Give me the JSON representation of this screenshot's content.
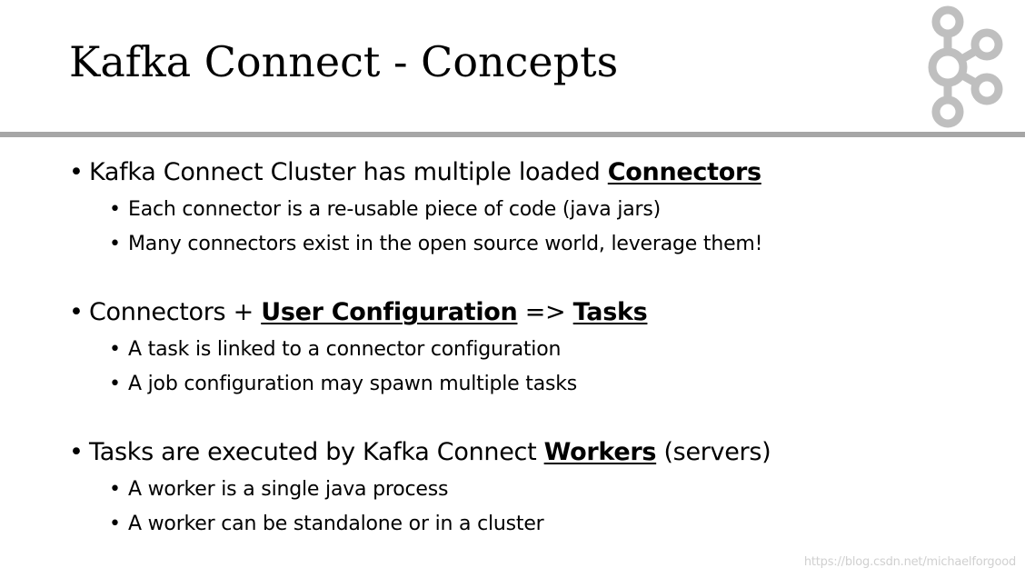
{
  "slide": {
    "title": "Kafka Connect - Concepts",
    "logo_icon": "kafka-logo-icon",
    "rule_color": "#a6a6a6",
    "bullets": [
      {
        "pre": "Kafka Connect Cluster has multiple loaded ",
        "kw": "Connectors",
        "mid": "",
        "kw2": "",
        "post": "",
        "subs": [
          "Each connector is a re-usable piece of code (java jars)",
          "Many connectors exist in the open source world, leverage them!"
        ]
      },
      {
        "pre": "Connectors + ",
        "kw": "User Configuration",
        "mid": " => ",
        "kw2": "Tasks",
        "post": "",
        "subs": [
          "A task is linked to a connector configuration",
          "A job configuration may spawn multiple tasks"
        ]
      },
      {
        "pre": "Tasks are executed by Kafka Connect ",
        "kw": "Workers",
        "mid": "",
        "kw2": "",
        "post": " (servers)",
        "subs": [
          "A worker is a single java process",
          "A worker can be standalone or in a cluster"
        ]
      }
    ],
    "watermark": "https://blog.csdn.net/michaelforgood"
  }
}
